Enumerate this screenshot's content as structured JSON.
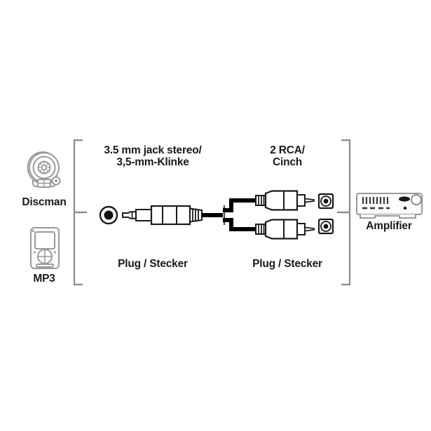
{
  "diagram": {
    "title": "Audio adapter cable connection diagram",
    "background_color": "#ffffff",
    "line_color": "#1a1a1a",
    "cable_color": "#000000",
    "outline_gray": "#8a8a8a",
    "labels": {
      "jack_stereo": "3.5 mm jack stereo/\n3,5-mm-Klinke",
      "rca_cinch": "2 RCA/\nCinch",
      "plug_left": "Plug / Stecker",
      "plug_right": "Plug / Stecker",
      "discman": "Discman",
      "mp3": "MP3",
      "amplifier": "Amplifier"
    },
    "source_devices": [
      {
        "name": "discman",
        "label": "Discman",
        "icon": "discman-icon"
      },
      {
        "name": "mp3",
        "label": "MP3",
        "icon": "mp3-player-icon"
      }
    ],
    "destination_devices": [
      {
        "name": "amplifier",
        "label": "Amplifier",
        "icon": "amplifier-icon"
      }
    ],
    "connectors": {
      "left": {
        "type": "3.5mm stereo jack plug",
        "label": "3.5 mm jack stereo/\n3,5-mm-Klinke",
        "sub_label": "Plug / Stecker",
        "count": 1,
        "socket_icon": "jack-socket-icon"
      },
      "right": {
        "type": "RCA / Cinch plug",
        "label": "2 RCA/\nCinch",
        "sub_label": "Plug / Stecker",
        "count": 2,
        "socket_icon": "rca-socket-icon"
      }
    },
    "brackets": [
      {
        "name": "left-bracket",
        "orientation": "left"
      },
      {
        "name": "right-bracket",
        "orientation": "right"
      }
    ]
  }
}
